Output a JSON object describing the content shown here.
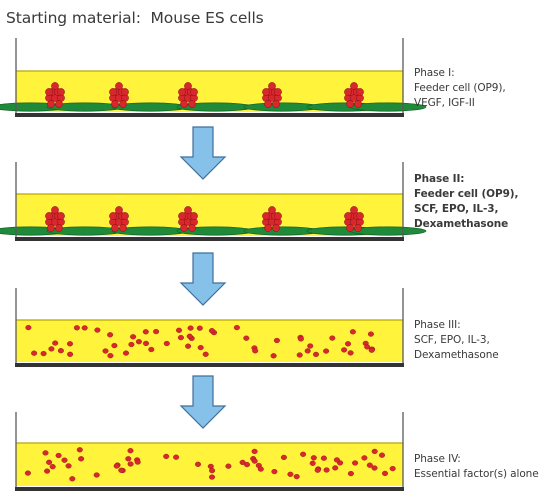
{
  "title": "Starting material:  Mouse ES cells",
  "colors": {
    "medium": "#fff33b",
    "dish_base": "#333333",
    "dish_wall": "#5a5a5a",
    "feeder_cell": "#1f8a3a",
    "es_cell": "#d8282e",
    "arrow_fill": "#86c1ea",
    "arrow_stroke": "#3f6f9a"
  },
  "phases": [
    {
      "heading": "Phase I:",
      "details": [
        "Feeder cell (OP9),",
        "VEGF, IGF-II"
      ],
      "bold": false,
      "culture": "feeder"
    },
    {
      "heading": "Phase II:",
      "details": [
        "Feeder cell (OP9),",
        "SCF, EPO, IL-3,",
        "Dexamethasone"
      ],
      "bold": true,
      "culture": "feeder"
    },
    {
      "heading": "Phase III:",
      "details": [
        "SCF, EPO, IL-3,",
        "Dexamethasone"
      ],
      "bold": false,
      "culture": "suspension"
    },
    {
      "heading": "Phase IV:",
      "details": [
        "Essential factor(s) alone"
      ],
      "bold": false,
      "culture": "suspension"
    }
  ]
}
